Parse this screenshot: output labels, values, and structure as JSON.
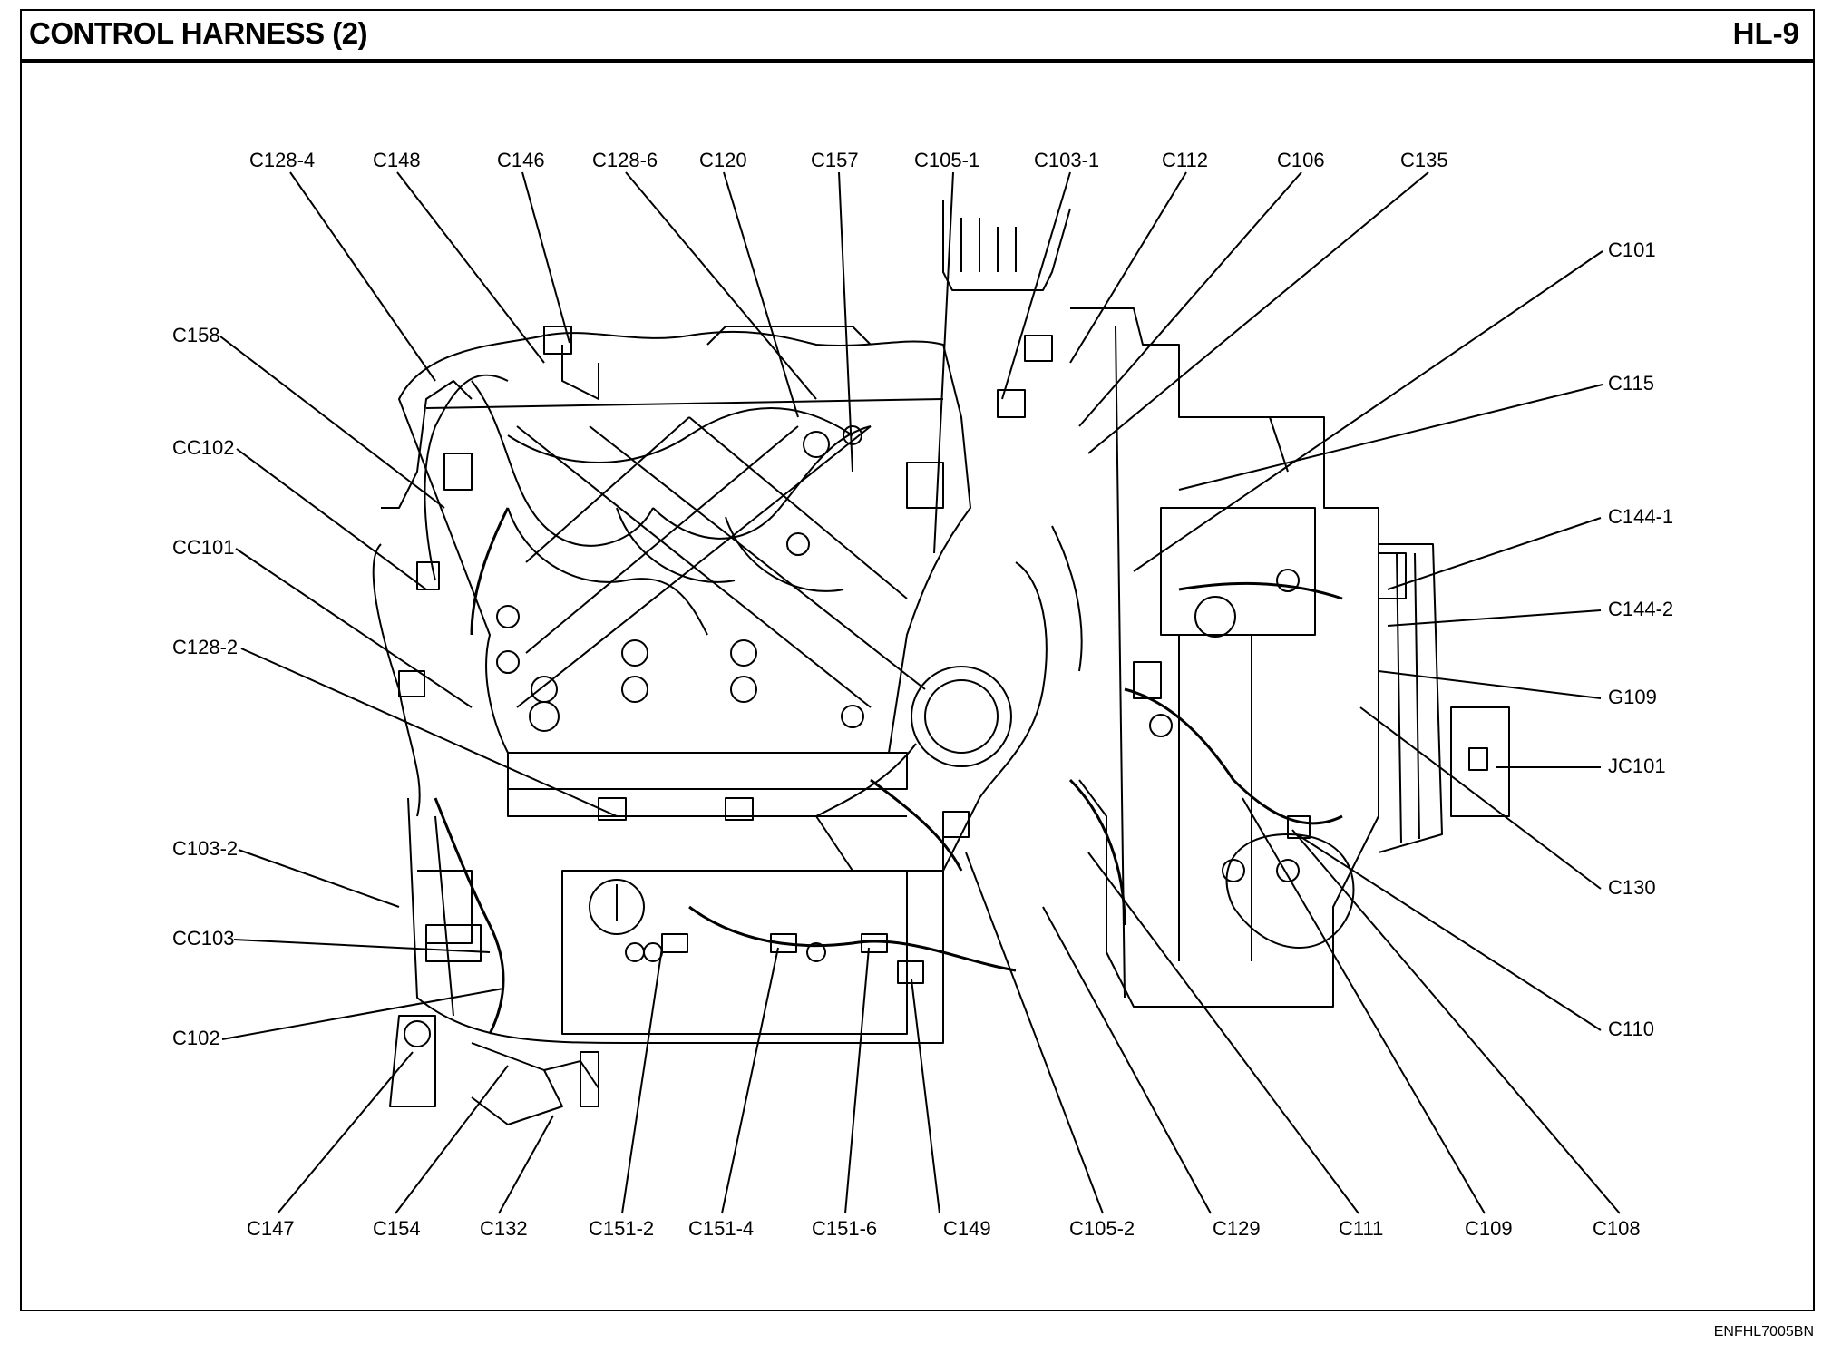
{
  "header": {
    "title": "CONTROL HARNESS (2)",
    "page": "HL-9"
  },
  "footer": {
    "doc_code": "ENFHL7005BN"
  },
  "callouts": {
    "top": [
      "C128-4",
      "C148",
      "C146",
      "C128-6",
      "C120",
      "C157",
      "C105-1",
      "C103-1",
      "C112",
      "C106",
      "C135"
    ],
    "left": [
      "C158",
      "CC102",
      "CC101",
      "C128-2",
      "C103-2",
      "CC103",
      "C102"
    ],
    "right": [
      "C101",
      "C115",
      "C144-1",
      "C144-2",
      "G109",
      "JC101",
      "C130",
      "C110"
    ],
    "bottom": [
      "C147",
      "C154",
      "C132",
      "C151-2",
      "C151-4",
      "C151-6",
      "C149",
      "C105-2",
      "C129",
      "C111",
      "C109",
      "C108"
    ]
  }
}
